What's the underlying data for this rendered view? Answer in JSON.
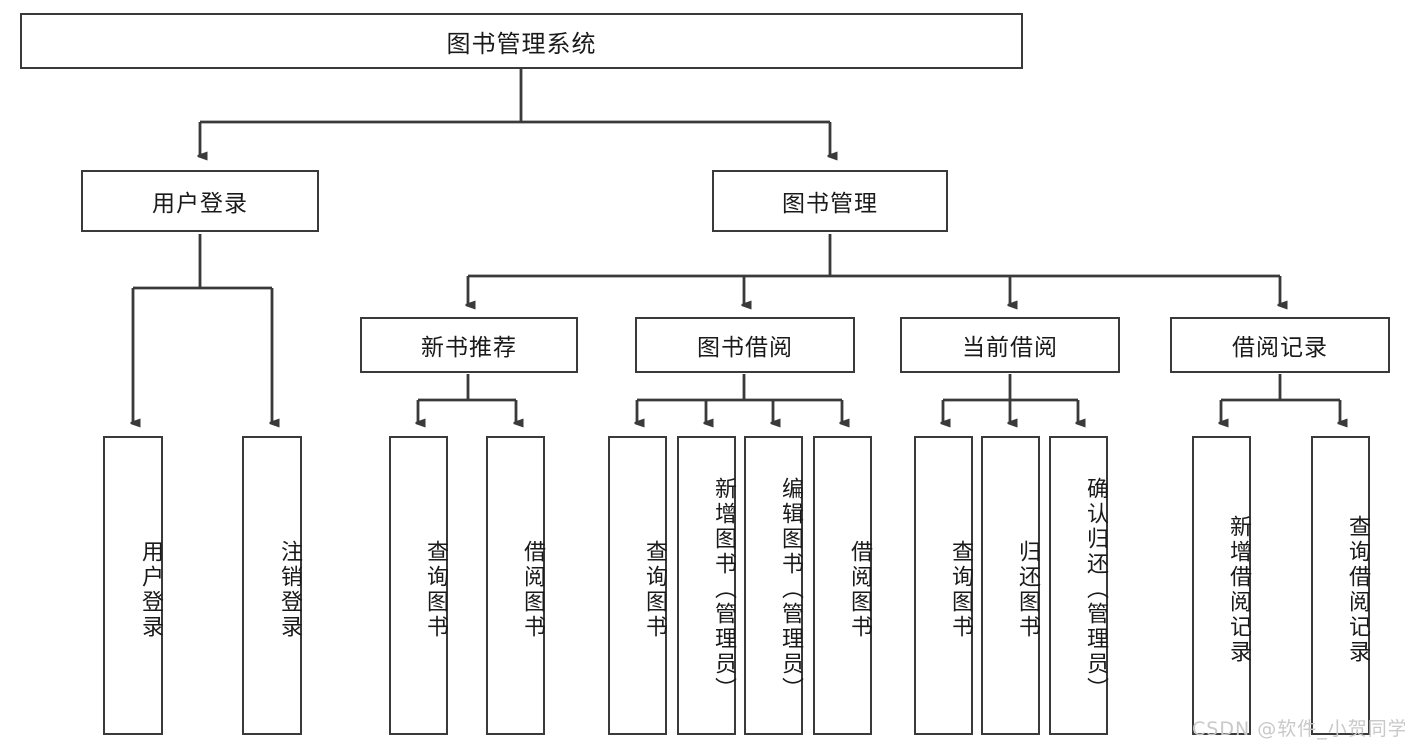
{
  "diagram": {
    "title": "图书管理系统",
    "type": "tree-hierarchy",
    "watermark": "CSDN @软件_小贺同学",
    "colors": {
      "box_border": "#3a3a3a",
      "box_fill": "#ffffff",
      "edge": "#3a3a3a",
      "text": "#1a1a1a",
      "watermark": "#c9c9c9",
      "background": "#ffffff"
    },
    "nodes": {
      "root": {
        "label": "图书管理系统",
        "orientation": "horizontal"
      },
      "level2": [
        {
          "id": "user-login",
          "label": "用户登录",
          "orientation": "horizontal"
        },
        {
          "id": "book-management",
          "label": "图书管理",
          "orientation": "horizontal"
        }
      ],
      "level3": [
        {
          "id": "new-book-recommend",
          "label": "新书推荐",
          "orientation": "horizontal"
        },
        {
          "id": "book-borrow",
          "label": "图书借阅",
          "orientation": "horizontal"
        },
        {
          "id": "current-borrow",
          "label": "当前借阅",
          "orientation": "horizontal"
        },
        {
          "id": "borrow-record",
          "label": "借阅记录",
          "orientation": "horizontal"
        }
      ],
      "leaves": [
        {
          "id": "leaf-user-login",
          "label": "用户登录",
          "parent": "user-login"
        },
        {
          "id": "leaf-logout",
          "label": "注销登录",
          "parent": "user-login"
        },
        {
          "id": "leaf-query-book-1",
          "label": "查询图书",
          "parent": "new-book-recommend"
        },
        {
          "id": "leaf-borrow-book-1",
          "label": "借阅图书",
          "parent": "new-book-recommend"
        },
        {
          "id": "leaf-query-book-2",
          "label": "查询图书",
          "parent": "book-borrow"
        },
        {
          "id": "leaf-add-book",
          "label": "新增图书（管理员）",
          "parent": "book-borrow"
        },
        {
          "id": "leaf-edit-book",
          "label": "编辑图书（管理员）",
          "parent": "book-borrow"
        },
        {
          "id": "leaf-borrow-book-2",
          "label": "借阅图书",
          "parent": "book-borrow"
        },
        {
          "id": "leaf-query-book-3",
          "label": "查询图书",
          "parent": "current-borrow"
        },
        {
          "id": "leaf-return-book",
          "label": "归还图书",
          "parent": "current-borrow"
        },
        {
          "id": "leaf-confirm-return",
          "label": "确认归还（管理员）",
          "parent": "current-borrow"
        },
        {
          "id": "leaf-add-record",
          "label": "新增借阅记录",
          "parent": "borrow-record"
        },
        {
          "id": "leaf-query-record",
          "label": "查询借阅记录",
          "parent": "borrow-record"
        }
      ]
    }
  }
}
